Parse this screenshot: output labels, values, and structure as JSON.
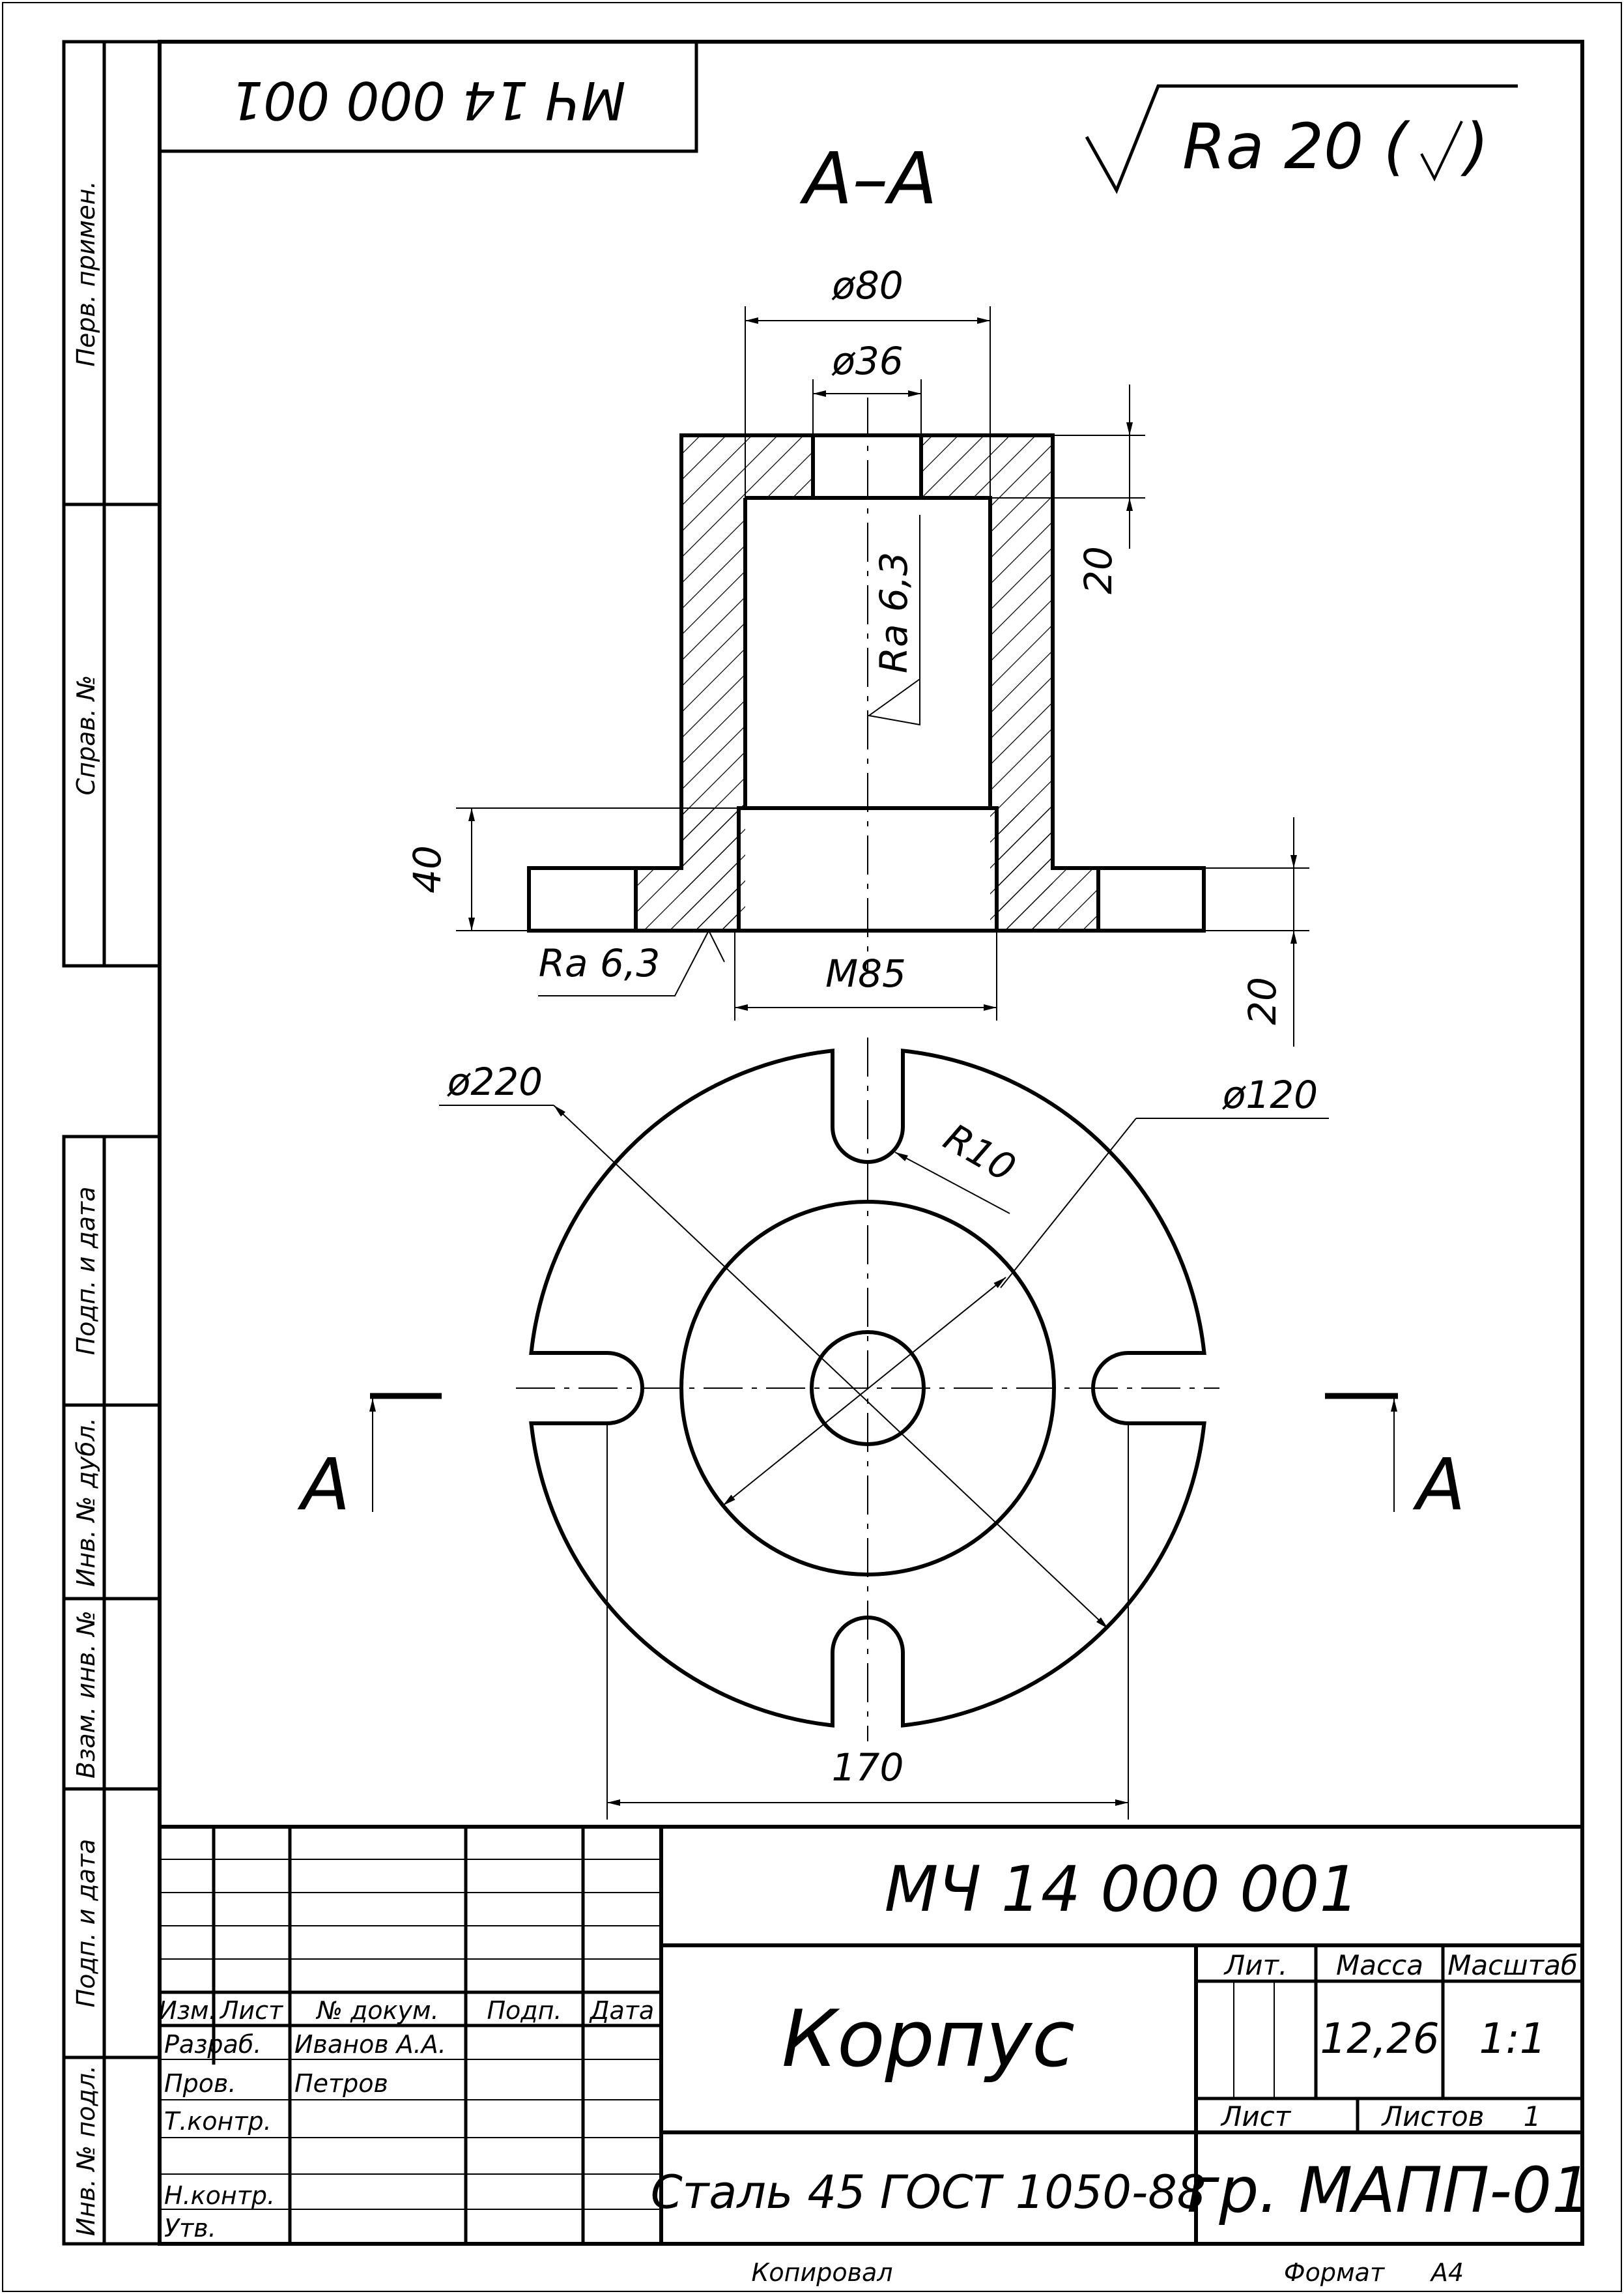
{
  "drawing": {
    "code": "МЧ 14 000 001",
    "code_rotated": "МЧ 14 000 001",
    "title": "Корпус",
    "material": "Сталь 45  ГОСТ 1050-88",
    "group": "гр. МАПП-01",
    "mass_value": "12,26",
    "scale_value": "1:1",
    "sheet_count": "1",
    "section_title": "А–А",
    "section_marker": "А",
    "general_roughness": "Ra 20 (",
    "copied_label": "Копировал",
    "format_label": "Формат",
    "format_value": "А4"
  },
  "dimensions": {
    "d80": "ø80",
    "d36": "ø36",
    "d220": "ø220",
    "d120": "ø120",
    "r10": "R10",
    "m85": "М85",
    "h40": "40",
    "h20_top": "20",
    "h20_bottom": "20",
    "w170": "170",
    "ra_inner": "Ra 6,3",
    "ra_lower": "Ra 6,3"
  },
  "stamp": {
    "izm": "Изм.",
    "list": "Лист",
    "ndoc": "№ докум.",
    "podp": "Подп.",
    "data": "Дата",
    "razrab": "Разраб.",
    "razrab_name": "Иванов А.А.",
    "prov": "Пров.",
    "prov_name": "Петров",
    "tkontr": "Т.контр.",
    "nkontr": "Н.контр.",
    "utv": "Утв.",
    "lit": "Лит.",
    "massa": "Масса",
    "masshtab": "Масштаб",
    "list2": "Лист",
    "listov": "Листов"
  },
  "side_stamp": {
    "perv_primen": "Перв. примен.",
    "sprav_no": "Справ. №",
    "podp_data_1": "Подп. и дата",
    "inv_dubl": "Инв. № дубл.",
    "vzam_inv": "Взам. инв. №",
    "podp_data_2": "Подп. и дата",
    "inv_podl": "Инв. № подл."
  }
}
